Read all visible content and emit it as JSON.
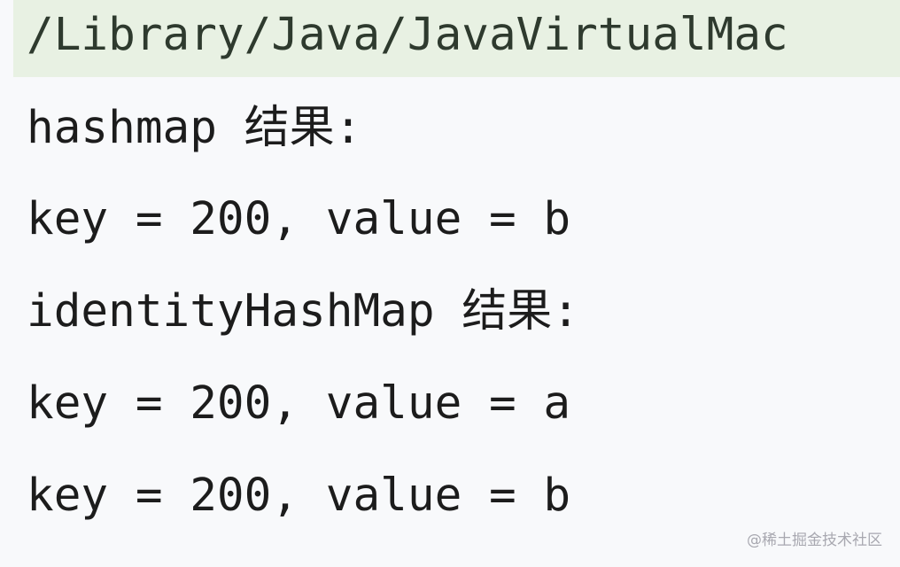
{
  "console": {
    "command_line": "/Library/Java/JavaVirtualMac",
    "lines": [
      "hashmap 结果:",
      "key = 200, value = b",
      "identityHashMap 结果:",
      "key = 200, value = a",
      "key = 200, value = b"
    ]
  },
  "watermark": "@稀土掘金技术社区",
  "colors": {
    "command_highlight": "#e8f1e3",
    "text": "#1c1c1c",
    "background": "#f8f9fb"
  }
}
